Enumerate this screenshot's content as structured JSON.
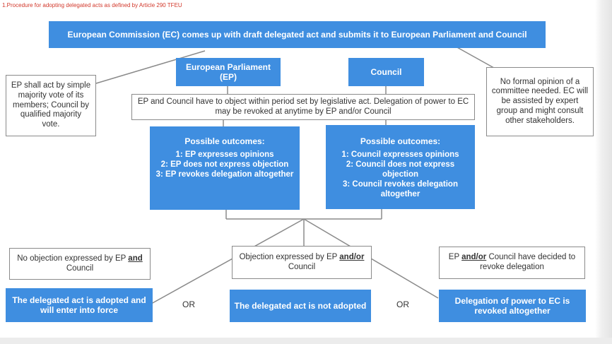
{
  "caption": "1.Procedure for adopting delegated acts as defined by Article 290 TFEU",
  "top_box": "European Commission (EC) comes up with draft delegated act and submits it to European Parliament and Council",
  "ep_box": "European Parliament (EP)",
  "council_box": "Council",
  "left_note": "EP shall act by simple majority vote of its members; Council by qualified majority vote.",
  "right_note": "No formal opinion of a committee needed. EC will be assisted by expert group and might consult other stakeholders.",
  "object_box": "EP and Council have to object within period set by legislative act. Delegation of power to EC may be revoked at anytime by EP and/or Council",
  "ep_outcomes": {
    "title": "Possible outcomes:",
    "items": [
      "1: EP expresses opinions",
      "2: EP does not express objection",
      "3: EP revokes delegation altogether"
    ]
  },
  "council_outcomes": {
    "title": "Possible outcomes:",
    "items": [
      "1: Council expresses opinions",
      "2: Council does not express objection",
      "3: Council revokes delegation altogether"
    ]
  },
  "no_objection": {
    "pre": "No objection expressed by EP ",
    "emph": "and",
    "post": " Council"
  },
  "objection": {
    "pre": "Objection expressed by EP ",
    "emph": "and/or",
    "post": " Council"
  },
  "revoke": {
    "pre": "EP ",
    "emph": "and/or",
    "post": " Council have decided to revoke delegation"
  },
  "adopted": "The delegated act is adopted and will enter into force",
  "not_adopted": "The delegated act is not adopted",
  "revoked": "Delegation of power to EC is revoked altogether",
  "or_label": "OR",
  "colors": {
    "blue": "#3f8ee0",
    "caption_red": "#d2382b",
    "line_gray": "#8a8a8a"
  }
}
